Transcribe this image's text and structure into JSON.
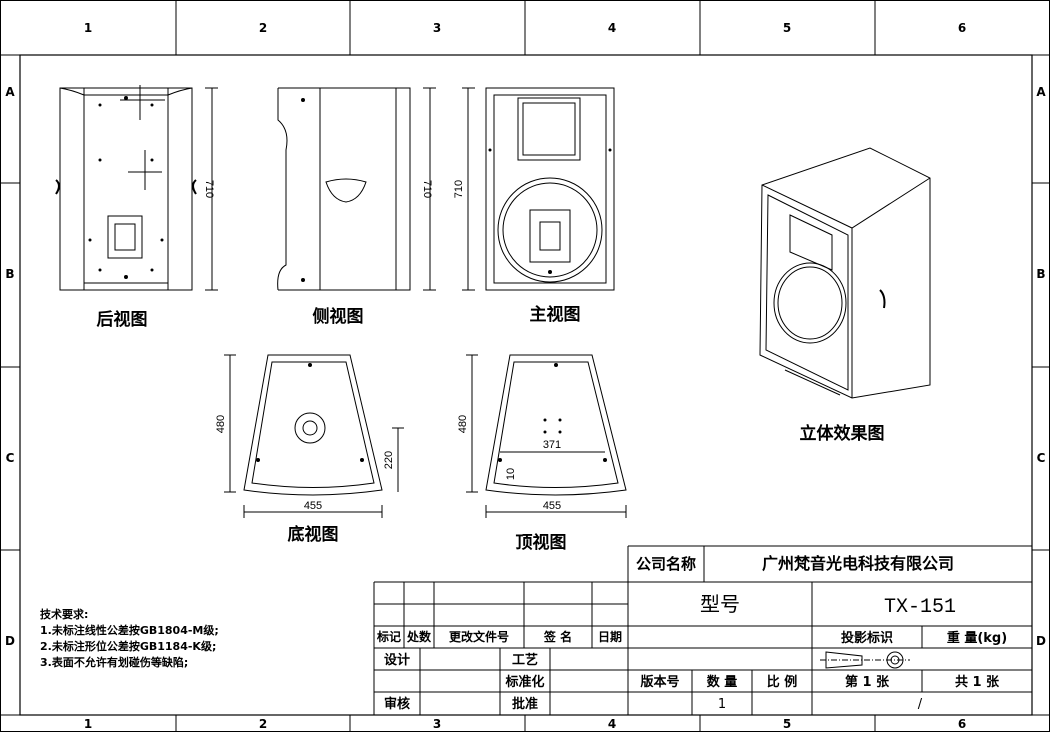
{
  "grid": {
    "columns": [
      "1",
      "2",
      "3",
      "4",
      "5",
      "6"
    ],
    "rows": [
      "A",
      "B",
      "C",
      "D"
    ]
  },
  "views": {
    "rear": "后视图",
    "side": "侧视图",
    "front": "主视图",
    "iso": "立体效果图",
    "bottom": "底视图",
    "top": "顶视图"
  },
  "dimensions": {
    "height": "710",
    "depth": "480",
    "width": "455",
    "pole_offset": "220",
    "hole_spacing": "371",
    "hole_inset": "10"
  },
  "notes": {
    "title": "技术要求:",
    "items": [
      "1.未标注线性公差按GB1804-M级;",
      "2.未标注形位公差按GB1184-K级;",
      "3.表面不允许有划碰伤等缺陷;"
    ]
  },
  "title_block": {
    "company_label": "公司名称",
    "company_name": "广州梵音光电科技有限公司",
    "model_label": "型号",
    "model_value": "TX-151",
    "rev_headers": [
      "标记",
      "处数",
      "更改文件号",
      "签 名",
      "日期"
    ],
    "design": "设计",
    "process": "工艺",
    "standard": "标准化",
    "review": "审核",
    "approve": "批准",
    "projection_label": "投影标识",
    "weight_label": "重 量(kg)",
    "version_label": "版本号",
    "quantity_label": "数 量",
    "scale_label": "比 例",
    "quantity_value": "1",
    "scale_value": "/",
    "sheet_label": "第 1 张",
    "total_label": "共 1 张"
  }
}
